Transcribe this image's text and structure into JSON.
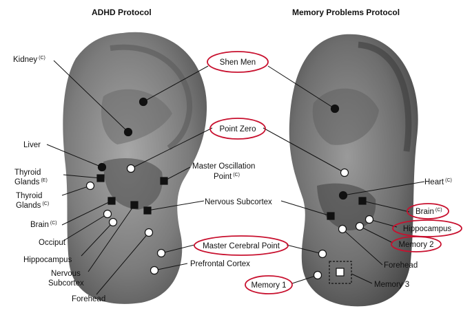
{
  "titles": {
    "left": "ADHD Protocol",
    "right": "Memory Problems Protocol"
  },
  "labels": {
    "kidney": "Kidney",
    "kidney_sup": "(C)",
    "liver": "Liver",
    "thyroid_e_1": "Thyroid",
    "thyroid_e_2": "Glands",
    "thyroid_e_sup": "(E)",
    "thyroid_c_1": "Thyroid",
    "thyroid_c_2": "Glands",
    "thyroid_c_sup": "(C)",
    "brain_left": "Brain",
    "brain_left_sup": "(C)",
    "occiput": "Occiput",
    "hippocampus_left": "Hippocampus",
    "nervous_subcortex_left_1": "Nervous",
    "nervous_subcortex_left_2": "Subcortex",
    "forehead_left": "Forehead",
    "shen_men": "Shen Men",
    "point_zero": "Point Zero",
    "master_oscillation_1": "Master Oscillation",
    "master_oscillation_2": "Point",
    "master_oscillation_sup": "(C)",
    "nervous_subcortex_mid": "Nervous Subcortex",
    "master_cerebral_point": "Master Cerebral Point",
    "prefrontal_cortex": "Prefrontal Cortex",
    "memory_1": "Memory 1",
    "heart": "Heart",
    "heart_sup": "(C)",
    "brain_right": "Brain",
    "brain_right_sup": "(C)",
    "hippocampus_right": "Hippocampus",
    "memory_2": "Memory 2",
    "forehead_right": "Forehead",
    "memory_3": "Memory 3"
  },
  "colors": {
    "highlight_ring": "#c8102e",
    "ear_dark": "#4a4a4a",
    "ear_light": "#9a9a9a",
    "point_black": "#111111",
    "point_white": "#ffffff"
  }
}
